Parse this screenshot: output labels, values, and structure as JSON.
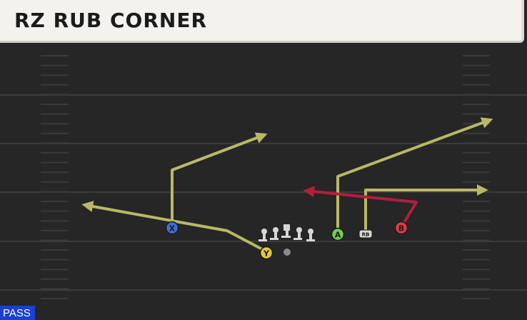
{
  "title": "RZ RUB CORNER",
  "play_type": "PASS",
  "colors": {
    "background": "#262626",
    "yard_line": "#3c3c3c",
    "hash": "#3a3a3a",
    "route_main": "#b9b866",
    "route_b": "#b01f3c",
    "receiver_x": "#3e6fd6",
    "receiver_y": "#e6c53a",
    "receiver_a": "#6cd04f",
    "receiver_b": "#e03a45",
    "lineman": "#d6d6d6",
    "tag_bg": "#1c3fd3"
  },
  "players": {
    "x": "X",
    "y": "Y",
    "a": "A",
    "b": "B",
    "rb": "RB"
  }
}
